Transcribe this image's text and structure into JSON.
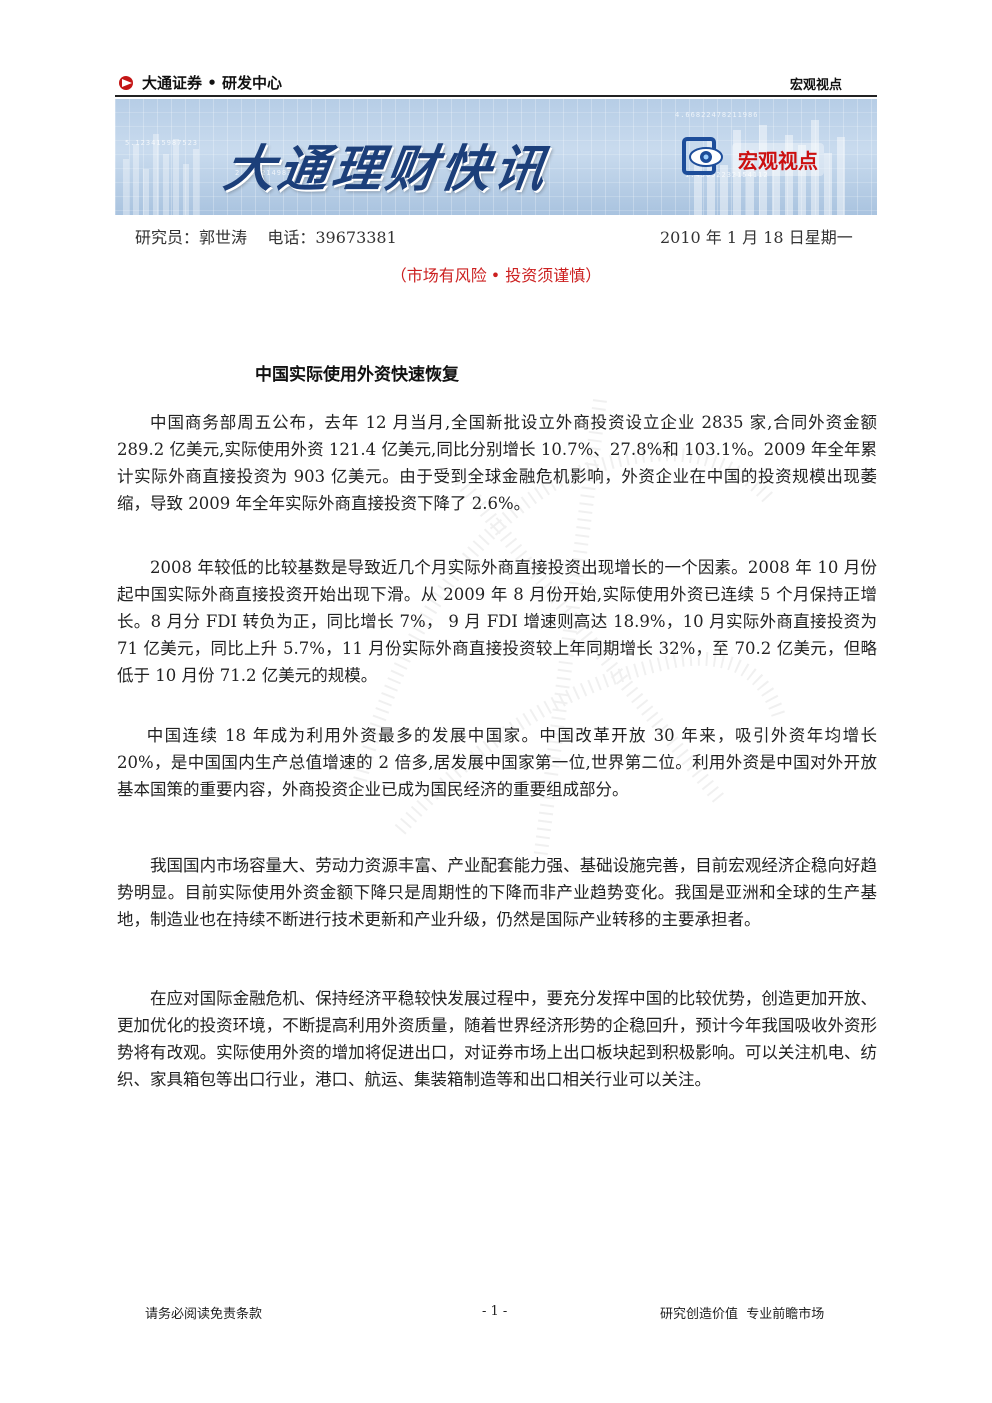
{
  "header": {
    "brand": "大通证券 • 研发中心",
    "section": "宏观视点"
  },
  "banner": {
    "title": "大通理财快讯",
    "badge": "宏观视点",
    "numbers": [
      "2.163214983123",
      "4.66822478211986",
      "1.45692232154112",
      "5.123415987523"
    ]
  },
  "meta": {
    "researcher": "研究员：郭世涛    电话：39673381",
    "date": "2010 年 1 月 18 日星期一",
    "risk_notice": "（市场有风险",
    "risk_notice_2": "• 投资须谨慎）"
  },
  "article": {
    "title": "中国实际使用外资快速恢复",
    "paragraphs": [
      "中国商务部周五公布，去年 12 月当月,全国新批设立外商投资设立企业 2835 家,合同外资金额 289.2 亿美元,实际使用外资 121.4 亿美元,同比分别增长 10.7%、27.8%和 103.1%。2009 年全年累计实际外商直接投资为 903 亿美元。由于受到全球金融危机影响，外资企业在中国的投资规模出现萎缩，导致 2009 年全年实际外商直接投资下降了 2.6%。",
      "2008 年较低的比较基数是导致近几个月实际外商直接投资出现增长的一个因素。2008 年 10 月份起中国实际外商直接投资开始出现下滑。从 2009 年 8 月份开始,实际使用外资已连续 5 个月保持正增长。8 月分 FDI 转负为正，同比增长 7%， 9 月 FDI 增速则高达 18.9%，10 月实际外商直接投资为 71 亿美元，同比上升 5.7%，11 月份实际外商直接投资较上年同期增长 32%，至 70.2 亿美元，但略低于 10 月份 71.2 亿美元的规模。",
      "中国连续 18 年成为利用外资最多的发展中国家。中国改革开放 30 年来，吸引外资年均增长 20%，是中国国内生产总值增速的 2 倍多,居发展中国家第一位,世界第二位。利用外资是中国对外开放基本国策的重要内容，外商投资企业已成为国民经济的重要组成部分。",
      "我国国内市场容量大、劳动力资源丰富、产业配套能力强、基础设施完善，目前宏观经济企稳向好趋势明显。目前实际使用外资金额下降只是周期性的下降而非产业趋势变化。我国是亚洲和全球的生产基地，制造业也在持续不断进行技术更新和产业升级，仍然是国际产业转移的主要承担者。",
      "在应对国际金融危机、保持经济平稳较快发展过程中，要充分发挥中国的比较优势，创造更加开放、更加优化的投资环境，不断提高利用外资质量，随着世界经济形势的企稳回升，预计今年我国吸收外资形势将有改观。实际使用外资的增加将促进出口，对证券市场上出口板块起到积极影响。可以关注机电、纺织、家具箱包等出口行业，港口、航运、集装箱制造等和出口相关行业可以关注。"
    ]
  },
  "footer": {
    "disclaimer": "请务必阅读免责条款",
    "page": "- 1 -",
    "slogan": "研究创造价值  专业前瞻市场"
  },
  "colors": {
    "accent_red": "#cc2020",
    "banner_blue": "#1c3f7a"
  }
}
